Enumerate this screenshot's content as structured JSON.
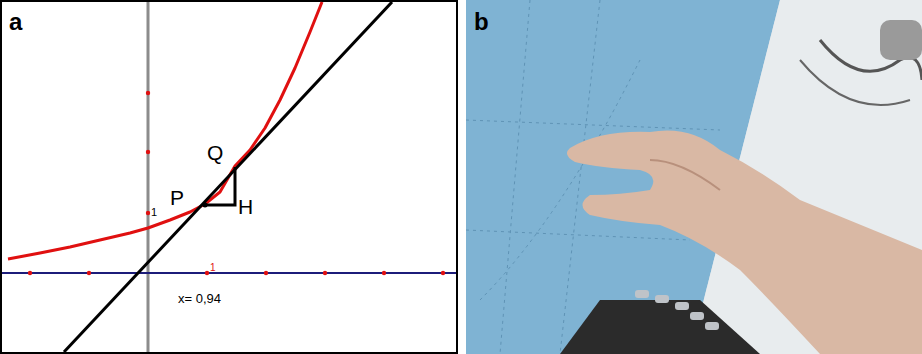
{
  "diagram": {
    "labels": [
      "a",
      "Q",
      "P",
      "H",
      "1",
      "1",
      "x= 0,94",
      "b"
    ]
  }
}
